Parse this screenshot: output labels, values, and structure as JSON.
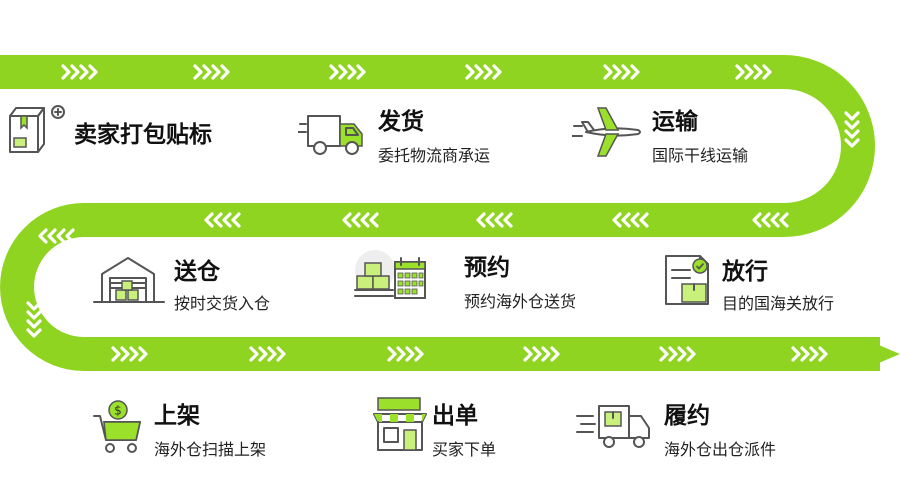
{
  "accent_color": "#8fd420",
  "steps": [
    {
      "title": "卖家打包贴标",
      "subtitle": "",
      "icon": "package-label-icon"
    },
    {
      "title": "发货",
      "subtitle": "委托物流商承运",
      "icon": "delivery-truck-icon"
    },
    {
      "title": "运输",
      "subtitle": "国际干线运输",
      "icon": "airplane-icon"
    },
    {
      "title": "放行",
      "subtitle": "目的国海关放行",
      "icon": "customs-document-icon"
    },
    {
      "title": "预约",
      "subtitle": "预约海外仓送货",
      "icon": "calendar-boxes-icon"
    },
    {
      "title": "送仓",
      "subtitle": "按时交货入仓",
      "icon": "warehouse-icon"
    },
    {
      "title": "上架",
      "subtitle": "海外仓扫描上架",
      "icon": "shopping-cart-coin-icon"
    },
    {
      "title": "出单",
      "subtitle": "买家下单",
      "icon": "storefront-icon"
    },
    {
      "title": "履约",
      "subtitle": "海外仓出仓派件",
      "icon": "fast-truck-icon"
    }
  ]
}
